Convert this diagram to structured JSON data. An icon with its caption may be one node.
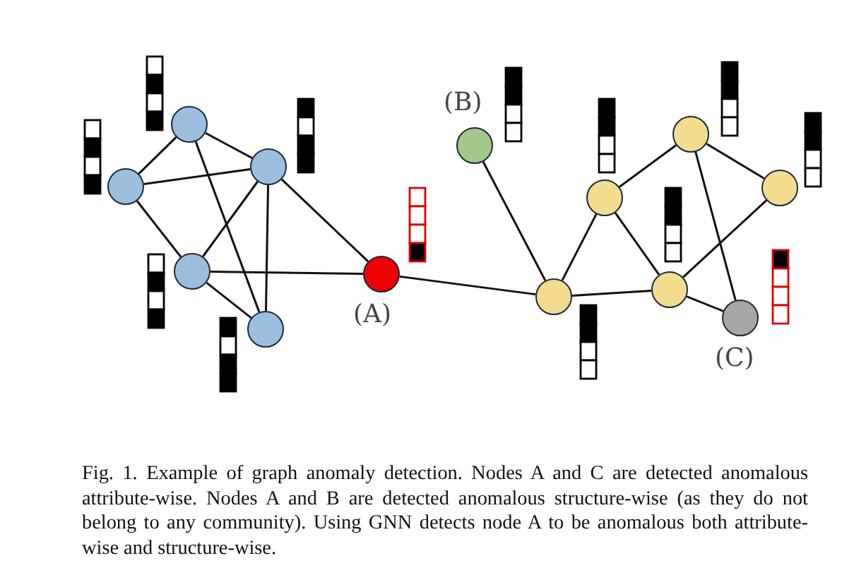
{
  "diagram": {
    "caption": "Fig. 1.  Example of graph anomaly detection. Nodes A and C are detected anomalous attribute-wise. Nodes A and B are detected anomalous structure-wise (as they do not belong to any community). Using GNN detects node A to be anomalous both attribute-wise and structure-wise.",
    "nodes": [
      {
        "text": [],
        "shape": "circle"
      },
      {
        "text": [],
        "shape": "circle"
      },
      {
        "text": [],
        "shape": "circle"
      },
      {
        "text": [],
        "shape": "circle"
      },
      {
        "text": [],
        "shape": "circle"
      },
      {
        "text": [],
        "shape": "circle",
        "beside": [
          "(A)"
        ]
      },
      {
        "text": [],
        "shape": "circle",
        "beside": [
          "(B)"
        ]
      },
      {
        "text": [],
        "shape": "circle"
      },
      {
        "text": [],
        "shape": "circle"
      },
      {
        "text": [],
        "shape": "circle"
      },
      {
        "text": [],
        "shape": "circle"
      },
      {
        "text": [],
        "shape": "circle"
      },
      {
        "text": [],
        "shape": "circle",
        "beside": [
          "(C)"
        ]
      }
    ],
    "edges": [
      {
        "from": 0,
        "to": 1,
        "arrow": "none"
      },
      {
        "from": 0,
        "to": 2,
        "arrow": "none"
      },
      {
        "from": 0,
        "to": 4,
        "arrow": "none"
      },
      {
        "from": 1,
        "to": 2,
        "arrow": "none"
      },
      {
        "from": 1,
        "to": 3,
        "arrow": "none"
      },
      {
        "from": 2,
        "to": 3,
        "arrow": "none"
      },
      {
        "from": 2,
        "to": 4,
        "arrow": "none"
      },
      {
        "from": 2,
        "to": 5,
        "arrow": "none"
      },
      {
        "from": 3,
        "to": 5,
        "arrow": "none"
      },
      {
        "from": 3,
        "to": 4,
        "arrow": "none"
      },
      {
        "from": 5,
        "to": 7,
        "arrow": "none"
      },
      {
        "from": 6,
        "to": 7,
        "arrow": "none"
      },
      {
        "from": 7,
        "to": 8,
        "arrow": "none"
      },
      {
        "from": 7,
        "to": 10,
        "arrow": "none"
      },
      {
        "from": 8,
        "to": 9,
        "arrow": "none"
      },
      {
        "from": 8,
        "to": 10,
        "arrow": "none"
      },
      {
        "from": 9,
        "to": 11,
        "arrow": "none"
      },
      {
        "from": 9,
        "to": 12,
        "arrow": "none"
      },
      {
        "from": 10,
        "to": 11,
        "arrow": "none"
      },
      {
        "from": 10,
        "to": 12,
        "arrow": "none"
      }
    ]
  }
}
